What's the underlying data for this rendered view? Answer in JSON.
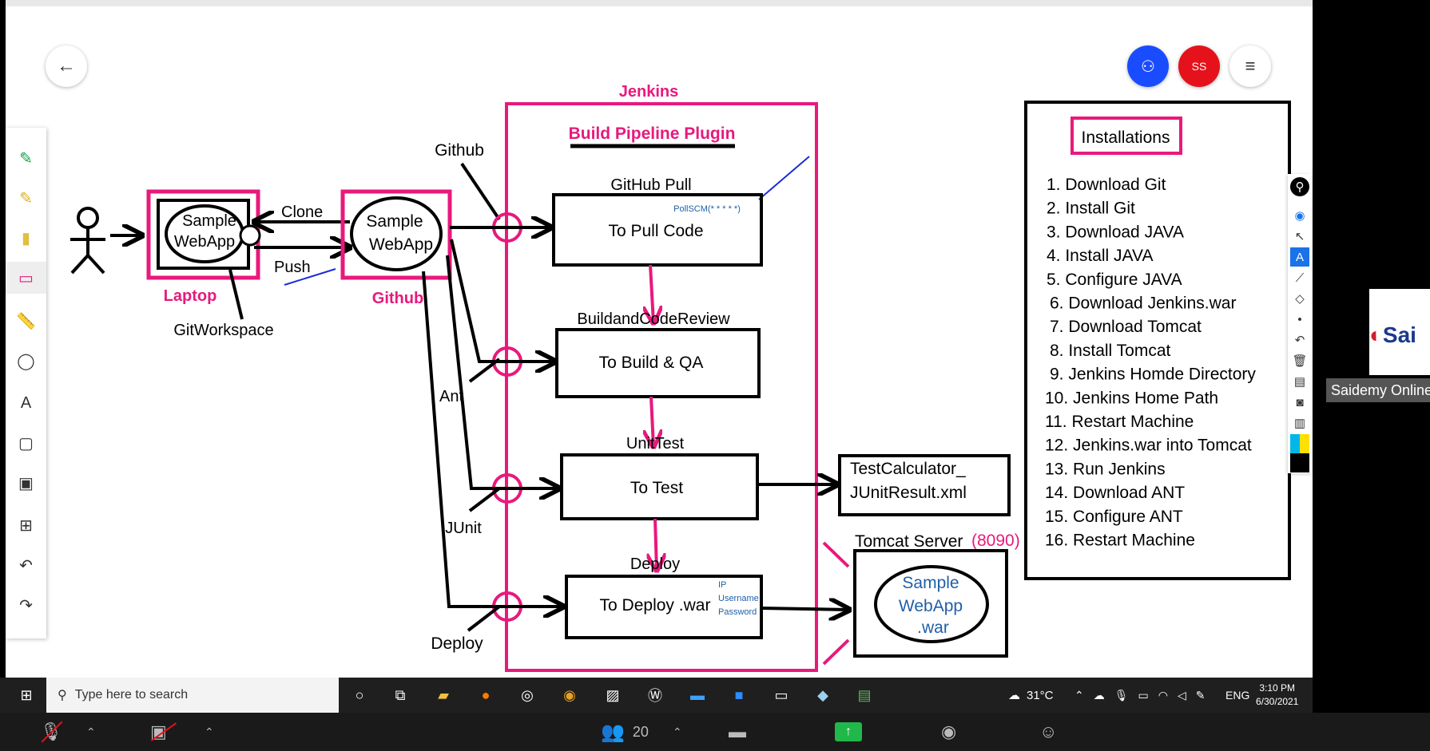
{
  "diagram": {
    "jenkins_title": "Jenkins",
    "pipeline_plugin": "Build Pipeline Plugin",
    "laptop_label": "Laptop",
    "github_label": "Github",
    "laptop_ellipse": "Sample\nWebApp",
    "github_ellipse_l1": "Sample",
    "github_ellipse_l2": "WebApp",
    "laptop_ellipse_l1": "Sample",
    "laptop_ellipse_l2": "WebApp",
    "clone": "Clone",
    "push": "Push",
    "gitworkspace": "GitWorkspace",
    "github_top": "Github",
    "ant": "Ant",
    "junit": "JUnit",
    "deploy": "Deploy",
    "stage1_title": "GitHub Pull",
    "stage1_box": "To Pull Code",
    "stage1_note": "PollSCM(* * * * *)",
    "stage2_title": "BuildandCodeReview",
    "stage2_box": "To Build & QA",
    "stage3_title": "UnitTest",
    "stage3_box": "To Test",
    "stage4_title": "Deploy",
    "stage4_box": "To Deploy .war",
    "deploy_note_1": "IP",
    "deploy_note_2": "Username",
    "deploy_note_3": "Password",
    "testresult_l1": "TestCalculator_",
    "testresult_l2": "JUnitResult.xml",
    "tomcat_title": "Tomcat Server",
    "tomcat_port": "(8090)",
    "tomcat_l1": "Sample",
    "tomcat_l2": "WebApp",
    "tomcat_l3": ".war"
  },
  "installations": {
    "title": "Installations",
    "items": [
      "1. Download Git",
      "2. Install Git",
      "3. Download JAVA",
      "4. Install JAVA",
      "5. Configure JAVA",
      "6. Download Jenkins.war",
      "7. Download Tomcat",
      "8. Install Tomcat",
      "9. Jenkins Homde Directory",
      "10. Jenkins Home Path",
      "11. Restart Machine",
      "12. Jenkins.war into Tomcat",
      "13. Run Jenkins",
      "14. Download ANT",
      "15. Configure ANT",
      "16. Restart Machine"
    ]
  },
  "header": {
    "avatar_initials": "SS"
  },
  "side_panel": {
    "logo_text": "Sai",
    "label": "Saidemy Online"
  },
  "taskbar": {
    "search_placeholder": "Type here to search",
    "weather": "31°C",
    "lang": "ENG",
    "time": "3:10 PM",
    "date": "6/30/2021"
  },
  "zoom": {
    "participants": "20"
  },
  "colors": {
    "accent_pink": "#e8197d",
    "blue_button": "#1a4cff",
    "red_avatar": "#e5121c",
    "note_blue": "#1f5fa8"
  }
}
